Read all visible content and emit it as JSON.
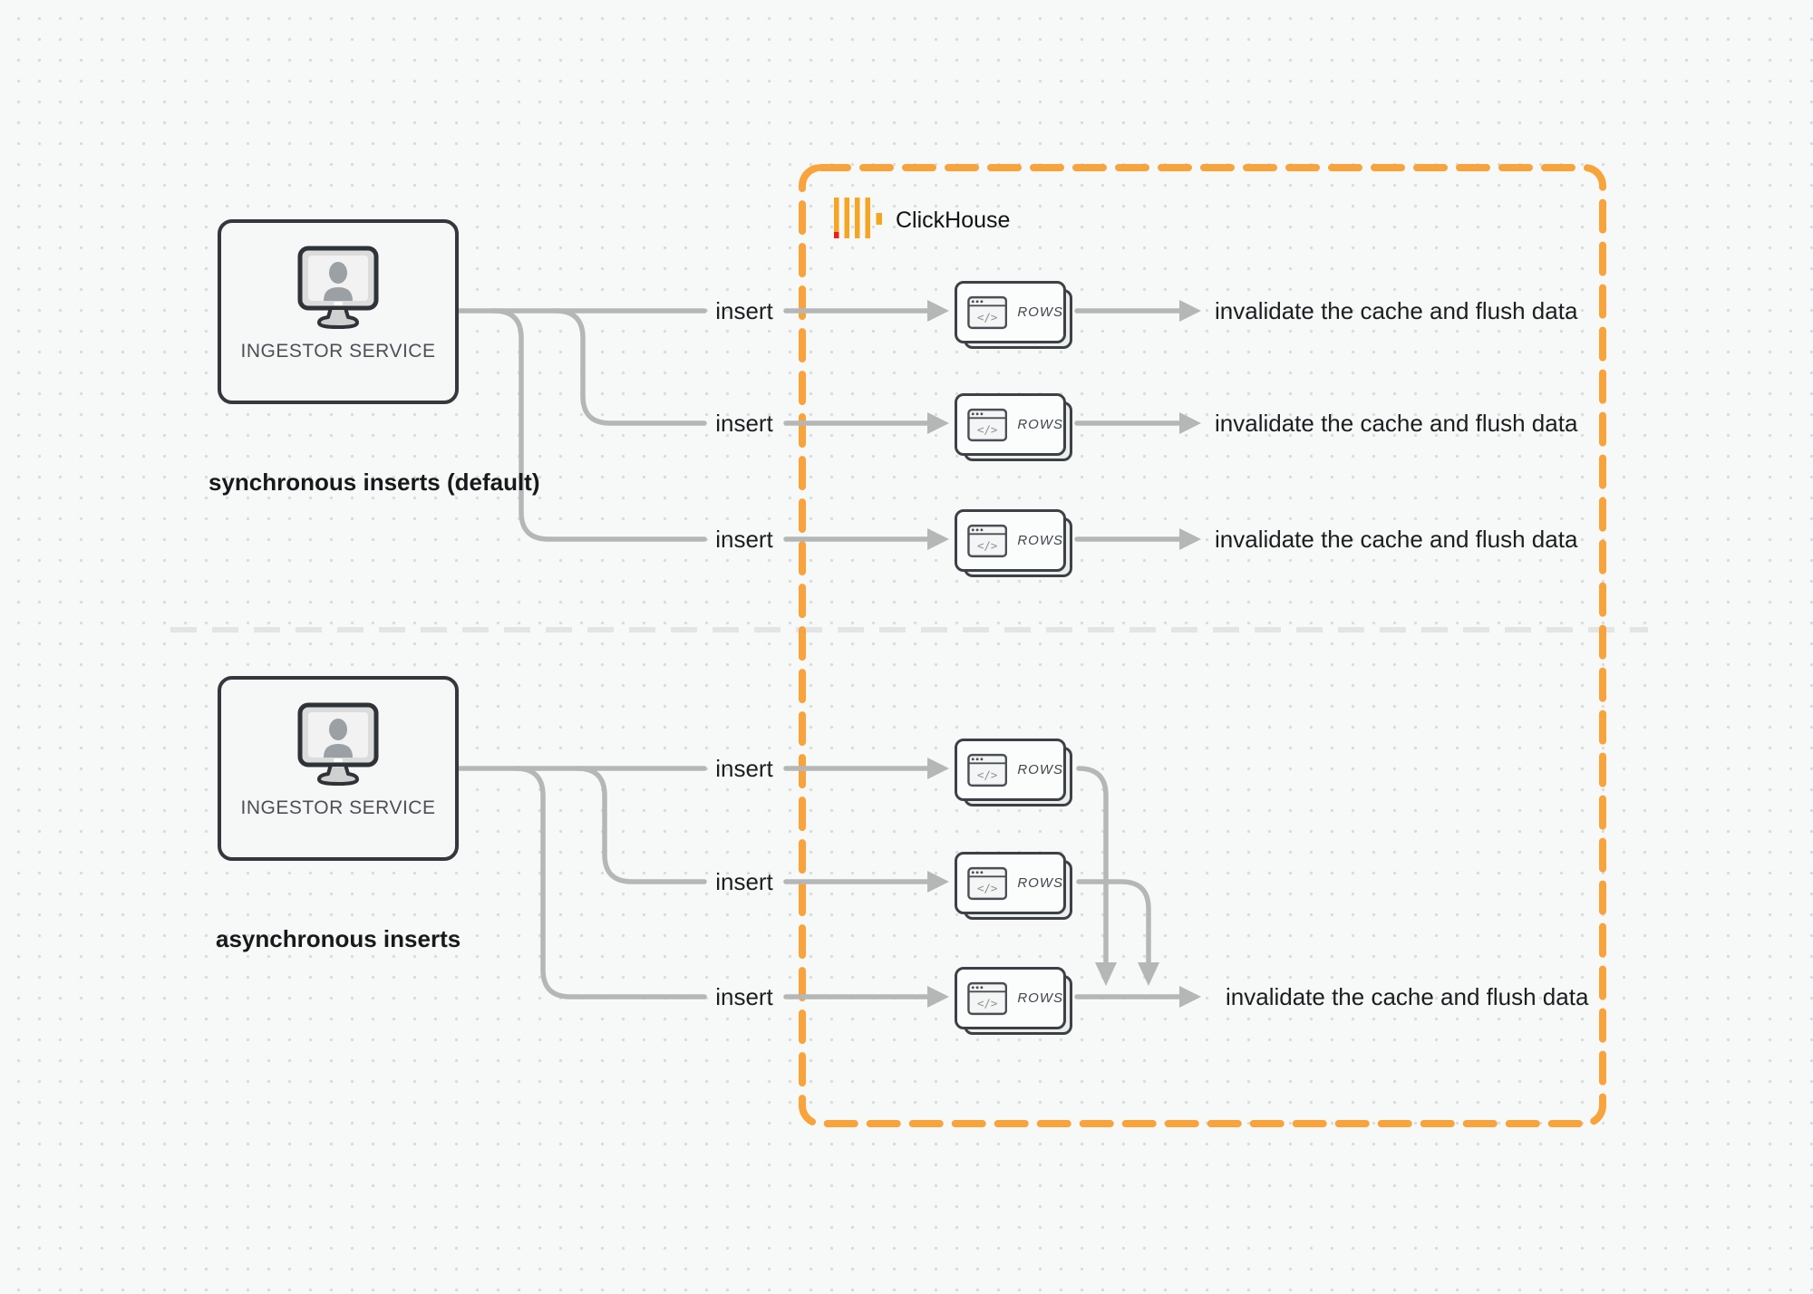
{
  "diagram": {
    "clickhouse": "ClickHouse",
    "sync": {
      "title": "synchronous inserts (default)",
      "service": "INGESTOR SERVICE"
    },
    "async": {
      "title": "asynchronous inserts",
      "service": "INGESTOR SERVICE"
    },
    "insert": "insert",
    "invalidate": "invalidate the cache and flush data",
    "rows": "ROWS"
  },
  "colors": {
    "accent_orange": "#F8A33B",
    "logo_yellow": "#F5A522",
    "logo_red": "#E9201E",
    "line_gray": "#B5B7B7",
    "divider_gray": "#E3E5E5",
    "node_border": "#33383C"
  }
}
